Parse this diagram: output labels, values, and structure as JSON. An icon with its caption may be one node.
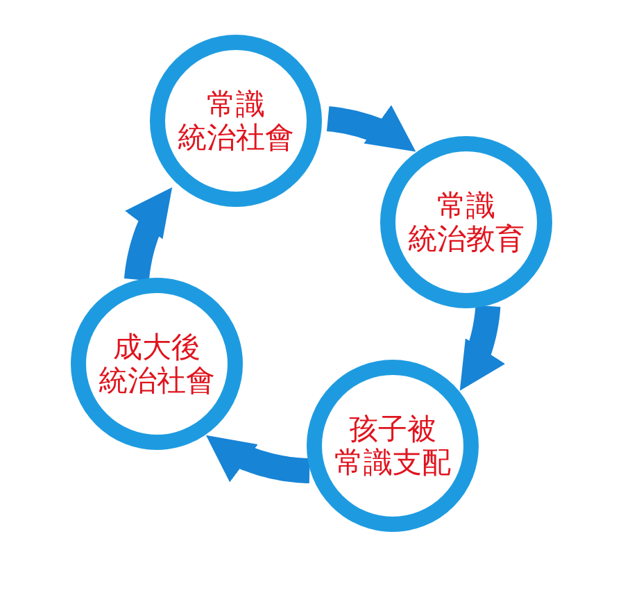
{
  "diagram": {
    "nodes": [
      {
        "text": [
          "常識統治社會"
        ]
      },
      {
        "text": [
          "常識統治教育"
        ]
      },
      {
        "text": [
          "孩子被常識支配"
        ]
      },
      {
        "text": [
          "成大後統治社會"
        ]
      }
    ],
    "edges": [
      {
        "from": 0,
        "to": 1,
        "arrow": "to"
      },
      {
        "from": 1,
        "to": 2,
        "arrow": "to"
      },
      {
        "from": 2,
        "to": 3,
        "arrow": "to"
      },
      {
        "from": 3,
        "to": 0,
        "arrow": "to"
      }
    ]
  }
}
